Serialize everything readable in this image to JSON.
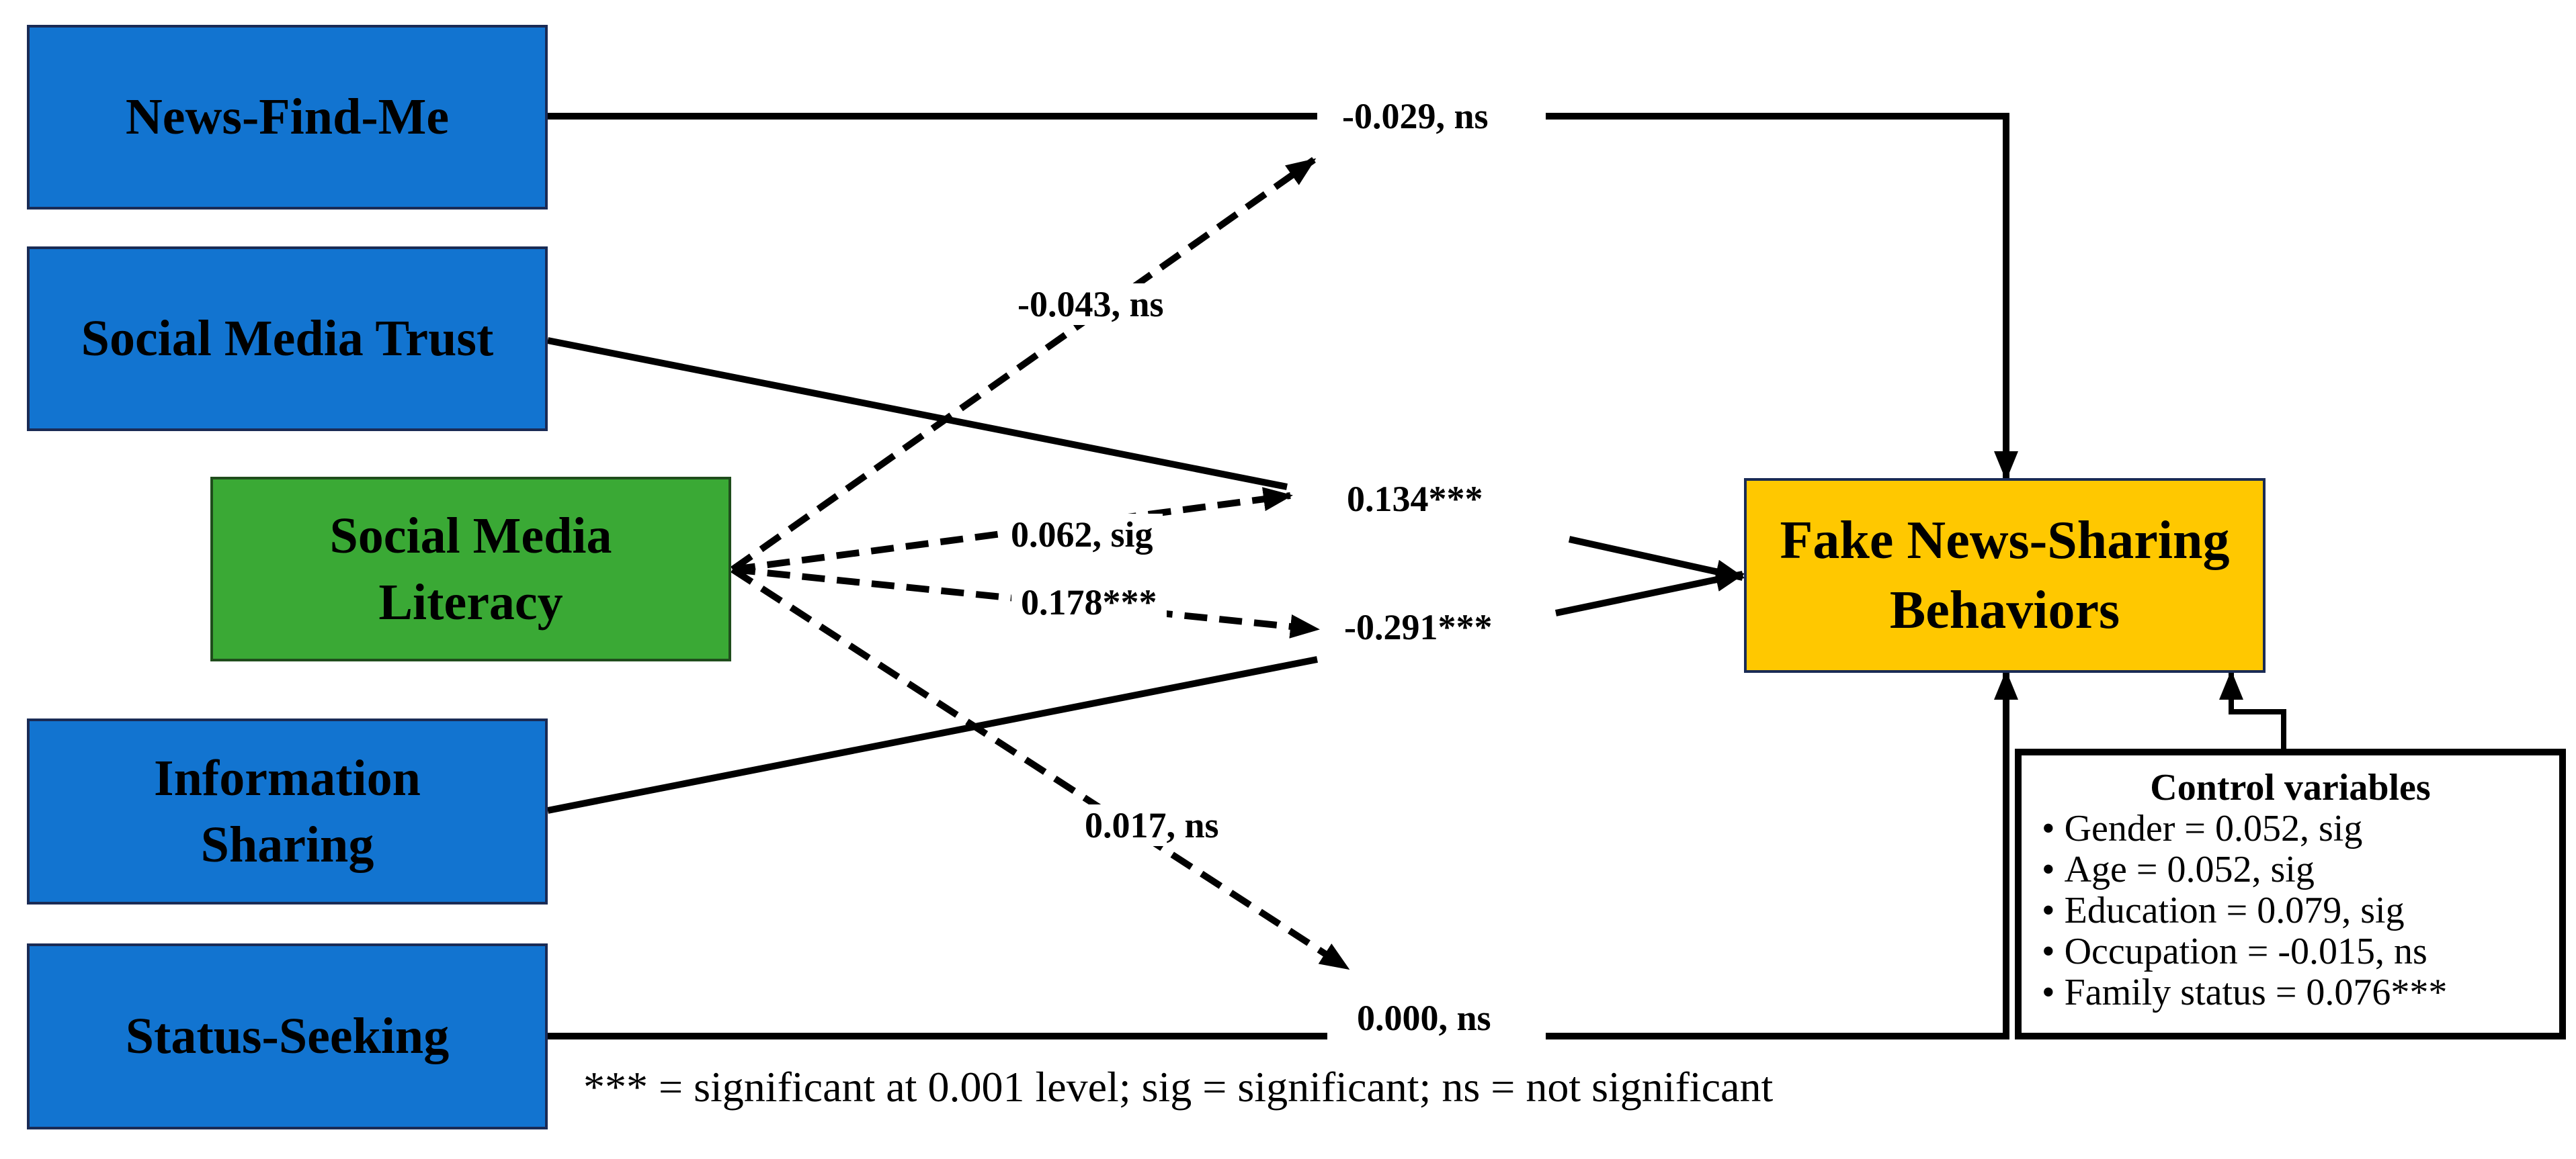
{
  "nodes": {
    "news_find_me": "News-Find-Me",
    "social_media_trust": "Social Media Trust",
    "social_media_literacy_1": "Social Media",
    "social_media_literacy_2": "Literacy",
    "information_sharing_1": "Information",
    "information_sharing_2": "Sharing",
    "status_seeking": "Status-Seeking",
    "outcome_1": "Fake News-Sharing",
    "outcome_2": "Behaviors"
  },
  "paths": {
    "news_find_me": "-0.029, ns",
    "social_media_trust": "0.134***",
    "information_sharing": "-0.291***",
    "status_seeking": "0.000, ns"
  },
  "moderation": {
    "news_find_me": "-0.043, ns",
    "social_media_trust": "0.062, sig",
    "information_sharing": "0.178***",
    "status_seeking": "0.017, ns"
  },
  "controls": {
    "title": "Control variables",
    "items": [
      "Gender = 0.052, sig",
      "Age = 0.052, sig",
      "Education = 0.079, sig",
      "Occupation = -0.015, ns",
      "Family status = 0.076***"
    ]
  },
  "footnote": "*** = significant at 0.001 level; sig = significant; ns = not significant",
  "colors": {
    "predictor": "#1274d0",
    "moderator": "#3aa935",
    "outcome": "#ffc800",
    "line": "#000000"
  }
}
